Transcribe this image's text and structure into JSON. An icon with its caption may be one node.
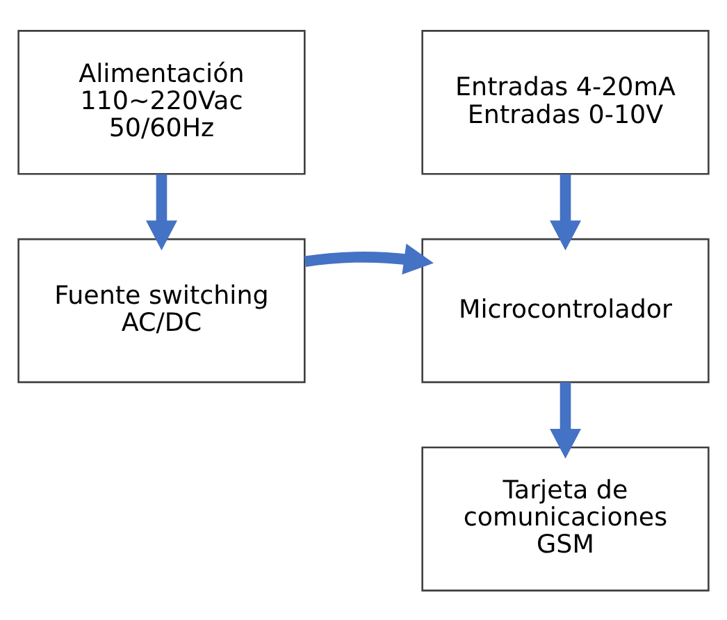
{
  "diagram": {
    "nodes": [
      {
        "text": [
          "Alimentación 110~220Vac 50/60Hz"
        ]
      },
      {
        "text": [
          "Fuente switching AC/DC"
        ]
      },
      {
        "text": [
          "Entradas 4-20mA Entradas 0-10V"
        ]
      },
      {
        "text": [
          "Microcontrolador"
        ]
      },
      {
        "text": [
          "Tarjeta de comunicaciones GSM"
        ]
      }
    ],
    "edges": [
      {
        "from": 0,
        "to": 1,
        "arrow": "to"
      },
      {
        "from": 1,
        "to": 3,
        "arrow": "to"
      },
      {
        "from": 2,
        "to": 3,
        "arrow": "to"
      },
      {
        "from": 3,
        "to": 4,
        "arrow": "to"
      }
    ]
  }
}
